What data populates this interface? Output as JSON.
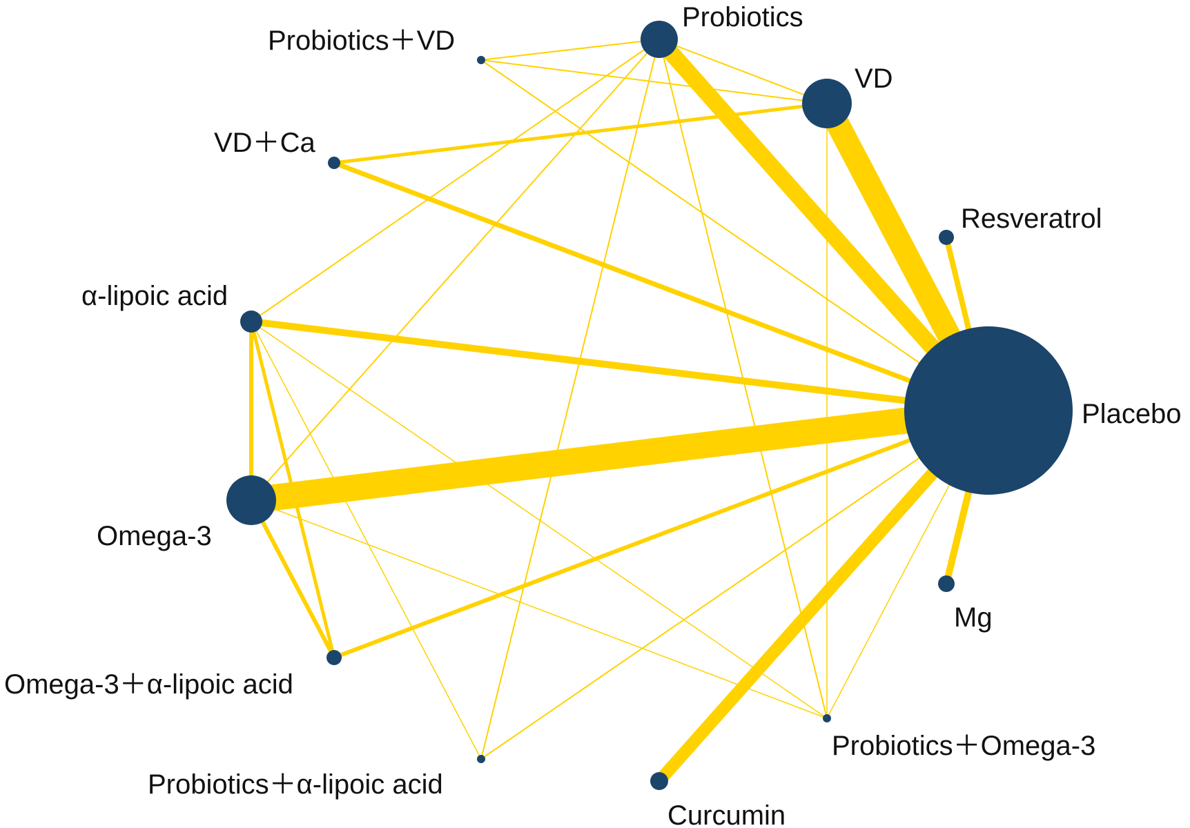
{
  "colors": {
    "edge": "#FFD200",
    "node": "#1B456B",
    "label": "#111111",
    "background": "#FFFFFF"
  },
  "nodes": [
    {
      "id": "placebo",
      "label": "Placebo"
    },
    {
      "id": "probiotics",
      "label": "Probiotics"
    },
    {
      "id": "vd",
      "label": "VD"
    },
    {
      "id": "probiotics_vd",
      "label": "Probiotics＋VD"
    },
    {
      "id": "vd_ca",
      "label": "VD＋Ca"
    },
    {
      "id": "resveratrol",
      "label": "Resveratrol"
    },
    {
      "id": "lipoic",
      "label": "α-lipoic acid"
    },
    {
      "id": "omega3",
      "label": "Omega-3"
    },
    {
      "id": "omega3_lipoic",
      "label": "Omega-3＋α-lipoic acid"
    },
    {
      "id": "probiotics_lipoic",
      "label": "Probiotics＋α-lipoic acid"
    },
    {
      "id": "curcumin",
      "label": "Curcumin"
    },
    {
      "id": "probiotics_omega3",
      "label": "Probiotics＋Omega-3"
    },
    {
      "id": "mg",
      "label": "Mg"
    }
  ],
  "edges": [
    {
      "source": "omega3",
      "target": "placebo"
    },
    {
      "source": "probiotics",
      "target": "placebo"
    },
    {
      "source": "vd",
      "target": "placebo"
    },
    {
      "source": "curcumin",
      "target": "placebo"
    },
    {
      "source": "lipoic",
      "target": "placebo"
    },
    {
      "source": "vd_ca",
      "target": "placebo"
    },
    {
      "source": "resveratrol",
      "target": "placebo"
    },
    {
      "source": "mg",
      "target": "placebo"
    },
    {
      "source": "vd_ca",
      "target": "vd"
    },
    {
      "source": "omega3_lipoic",
      "target": "placebo"
    },
    {
      "source": "lipoic",
      "target": "omega3"
    },
    {
      "source": "lipoic",
      "target": "omega3_lipoic"
    },
    {
      "source": "omega3",
      "target": "omega3_lipoic"
    },
    {
      "source": "probiotics_vd",
      "target": "probiotics"
    },
    {
      "source": "probiotics_vd",
      "target": "vd"
    },
    {
      "source": "probiotics_vd",
      "target": "placebo"
    },
    {
      "source": "probiotics",
      "target": "vd"
    },
    {
      "source": "probiotics",
      "target": "lipoic"
    },
    {
      "source": "probiotics",
      "target": "omega3"
    },
    {
      "source": "probiotics",
      "target": "probiotics_lipoic"
    },
    {
      "source": "probiotics",
      "target": "probiotics_omega3"
    },
    {
      "source": "lipoic",
      "target": "probiotics_lipoic"
    },
    {
      "source": "lipoic",
      "target": "probiotics_omega3"
    },
    {
      "source": "omega3",
      "target": "probiotics_omega3"
    },
    {
      "source": "probiotics_lipoic",
      "target": "placebo"
    },
    {
      "source": "probiotics_omega3",
      "target": "placebo"
    },
    {
      "source": "probiotics_omega3",
      "target": "vd"
    }
  ]
}
